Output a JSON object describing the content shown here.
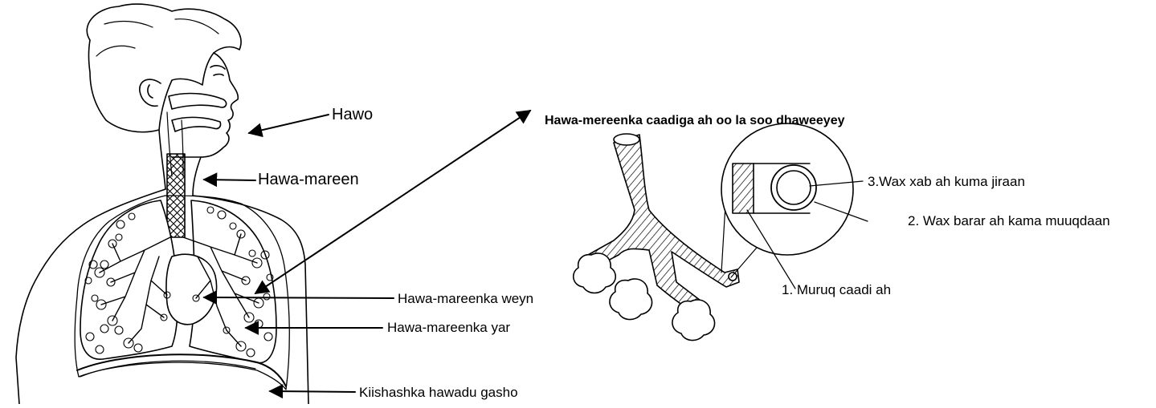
{
  "diagram": {
    "title": "Hawa-mereenka caadiga ah oo la soo dhaweeyey",
    "labels": {
      "hawo": "Hawo",
      "hawa_mareen": "Hawa-mareen",
      "hawa_mareenka_weyn": "Hawa-mareenka weyn",
      "hawa_mareenka_yar": "Hawa-mareenka yar",
      "kiishashka": "Kiishashka hawadu gasho"
    },
    "zoom_labels": {
      "layer_3": "3.Wax xab ah kuma jiraan",
      "layer_2": "2. Wax barar ah kama muuqdaan",
      "layer_1": "1. Muruq caadi ah"
    }
  }
}
